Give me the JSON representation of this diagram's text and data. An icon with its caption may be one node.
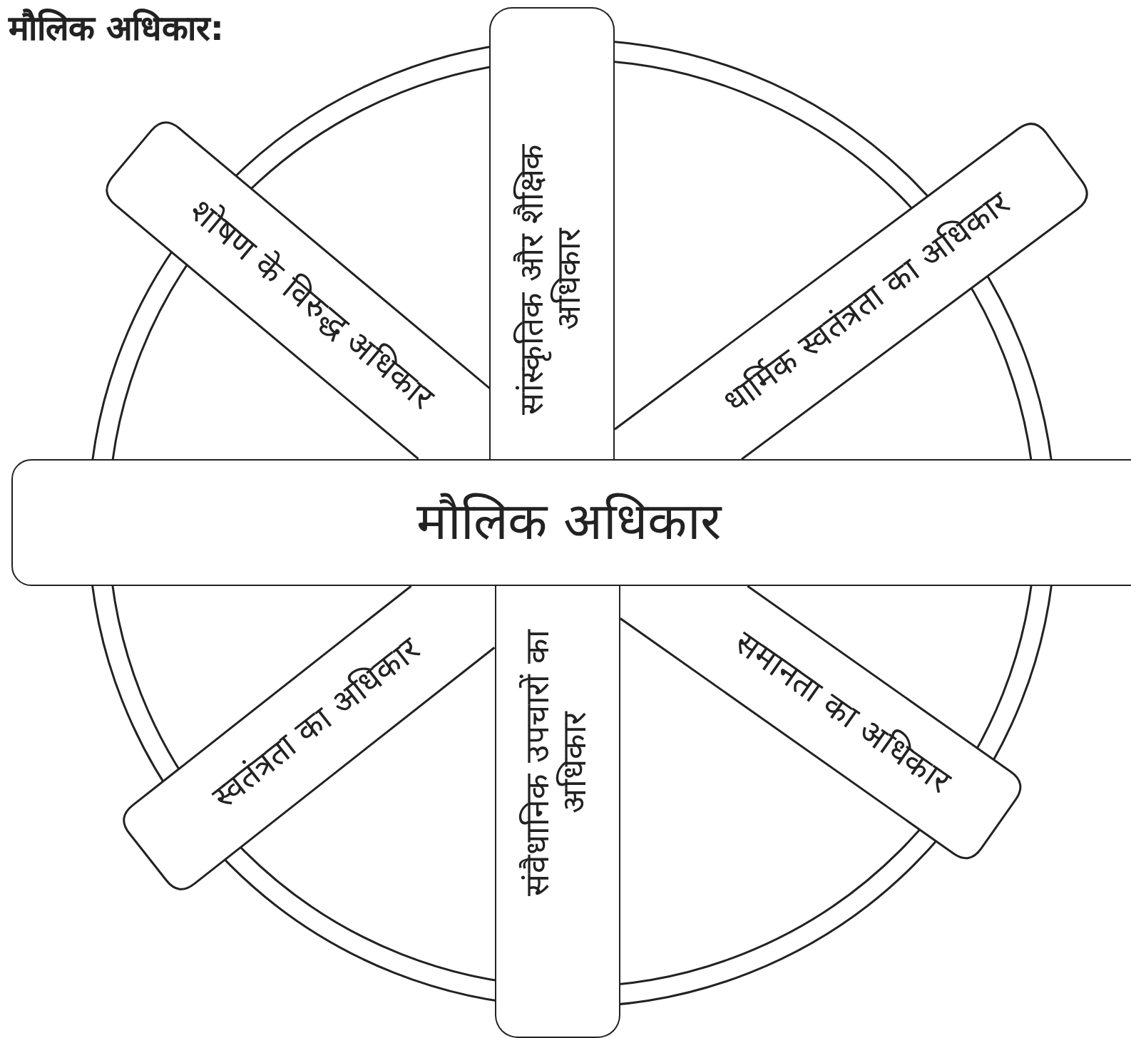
{
  "diagram": {
    "title": "मौलिक अधिकार:",
    "nodes": [
      {
        "text": [
          "मौलिक अधिकार"
        ]
      },
      {
        "text": [
          "शोषण के विरुद्ध अधिकार"
        ]
      },
      {
        "text": [
          "सांस्कृतिक और शैक्षिक अधिकार"
        ]
      },
      {
        "text": [
          "धार्मिक स्वतंत्रता का अधिकार"
        ]
      },
      {
        "text": [
          "स्वतंत्रता का अधिकार"
        ]
      },
      {
        "text": [
          "संवैधानिक उपचारों का अधिकार"
        ]
      },
      {
        "text": [
          "समानता का अधिकार"
        ]
      }
    ]
  }
}
